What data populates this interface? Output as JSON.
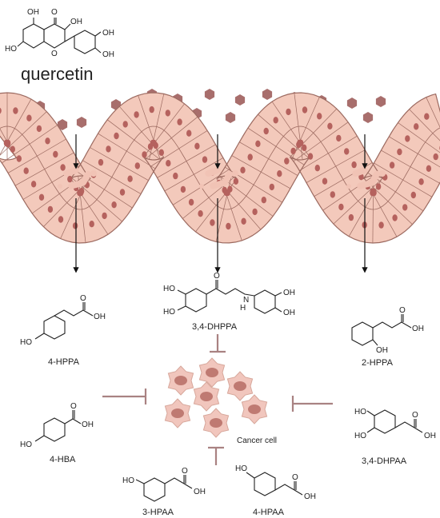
{
  "title": "quercetin",
  "quercetin_atoms": [
    "OH",
    "O",
    "OH",
    "HO",
    "O",
    "OH",
    "OH"
  ],
  "compounds": {
    "dhppa": {
      "name": "3,4-DHPPA",
      "atoms": [
        "HO",
        "HO",
        "O",
        "N",
        "H",
        "OH",
        "OH"
      ]
    },
    "hppa4": {
      "name": "4-HPPA",
      "atoms": [
        "O",
        "OH",
        "HO"
      ]
    },
    "hppa2": {
      "name": "2-HPPA",
      "atoms": [
        "O",
        "OH",
        "OH"
      ]
    },
    "hba4": {
      "name": "4-HBA",
      "atoms": [
        "O",
        "OH",
        "HO"
      ]
    },
    "dhpaa": {
      "name": "3,4-DHPAA",
      "atoms": [
        "HO",
        "HO",
        "O",
        "OH"
      ]
    },
    "hpaa3": {
      "name": "3-HPAA",
      "atoms": [
        "HO",
        "O",
        "OH"
      ]
    },
    "hpaa4": {
      "name": "4-HPAA",
      "atoms": [
        "HO",
        "O",
        "OH"
      ]
    }
  },
  "cancer_label": "Cancer cell",
  "colors": {
    "cell_fill": "#f3c9bb",
    "cell_stroke": "#9c6a60",
    "nucleus": "#b5625e",
    "hexagon": "#a86e6c",
    "inhibitor": "#a98282",
    "cancer_fill": "#f1c6bd",
    "cancer_nucleus": "#bf7a72",
    "bacteria": "#f1c3b5",
    "arrow": "#111111"
  }
}
